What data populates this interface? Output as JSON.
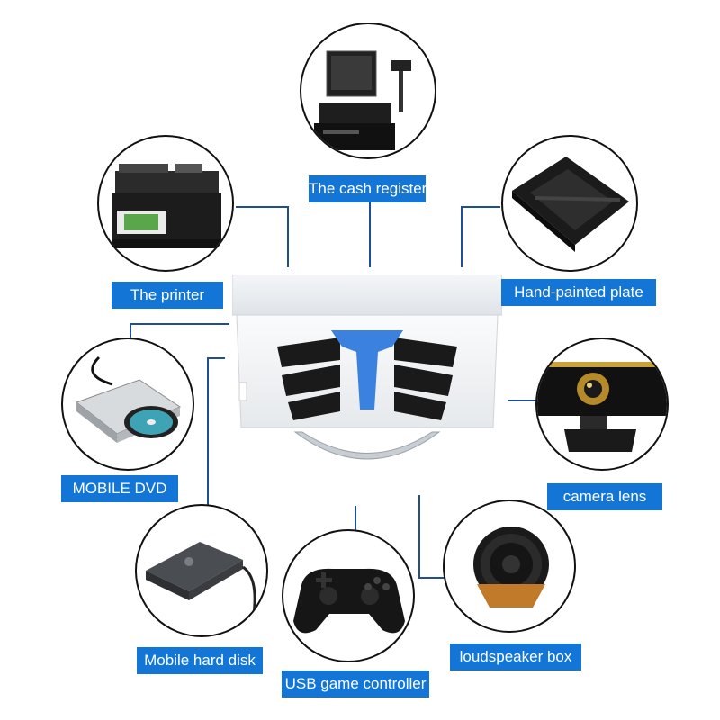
{
  "labels": {
    "cash_register": "The cash register",
    "printer": "The printer",
    "hand_painted_plate": "Hand-painted plate",
    "mobile_dvd": "MOBILE DVD",
    "camera_lens": "camera lens",
    "mobile_hard_disk": "Mobile hard disk",
    "usb_game_controller": "USB game controller",
    "loudspeaker_box": "loudspeaker box"
  },
  "colors": {
    "label_bg": "#1376d6",
    "line": "#1f4e94",
    "accent_blue": "#3b82e0"
  },
  "icons": [
    "cash-register-icon",
    "printer-icon",
    "tablet-icon",
    "dvd-drive-icon",
    "camera-icon",
    "hard-disk-icon",
    "gamepad-icon",
    "speaker-icon"
  ]
}
